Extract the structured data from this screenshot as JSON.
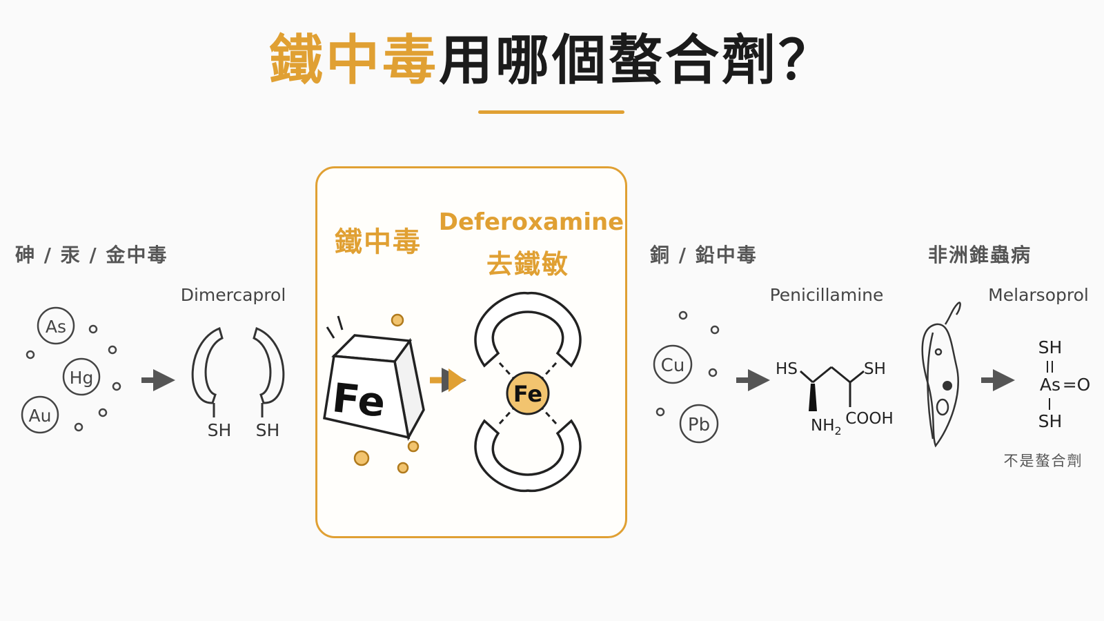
{
  "title": {
    "highlight": "鐵中毒",
    "rest": "用哪個螯合劑？"
  },
  "colors": {
    "accent": "#e0a033",
    "ink": "#333333",
    "arrow": "#555555",
    "title_dark": "#1b1b1b"
  },
  "panels": {
    "heavy_metals": {
      "heading": "砷 / 汞 / 金中毒",
      "drug": "Dimercaprol",
      "ions": [
        "As",
        "Hg",
        "Au"
      ],
      "groups": [
        "SH",
        "SH"
      ]
    },
    "iron": {
      "heading": "鐵中毒",
      "drug_en": "Deferoxamine",
      "drug_zh": "去鐵敏",
      "ion": "Fe",
      "chelated_ion": "Fe"
    },
    "copper_lead": {
      "heading": "銅 / 鉛中毒",
      "drug": "Penicillamine",
      "ions": [
        "Cu",
        "Pb"
      ],
      "groups": {
        "left_thiol": "HS",
        "right_thiol": "SH",
        "amine": "NH",
        "amine_sub": "2",
        "acid": "COOH"
      }
    },
    "trypanosomiasis": {
      "heading": "非洲錐蟲病",
      "drug": "Melarsoprol",
      "structure": {
        "top": "SH",
        "center": "As",
        "oxo": "=O",
        "bottom": "SH"
      },
      "note": "不是螯合劑"
    }
  }
}
